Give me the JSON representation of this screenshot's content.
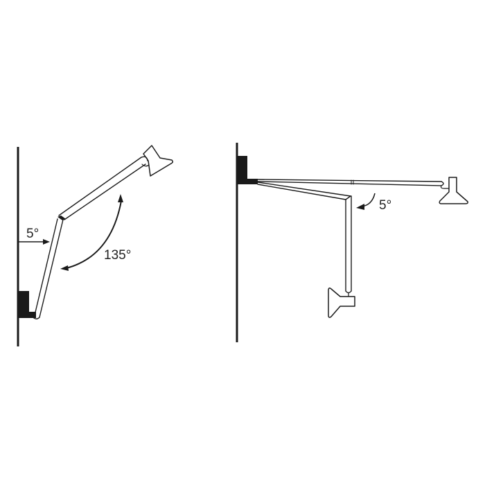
{
  "diagrams": [
    {
      "name": "raised-position",
      "labels": {
        "wall_angle": "5°",
        "arm_angle": "135°"
      }
    },
    {
      "name": "extended-position",
      "labels": {
        "wall_angle": "5°"
      }
    }
  ],
  "colors": {
    "line": "#1a1a1a",
    "mount": "#1a1a1a",
    "background": "#ffffff"
  }
}
